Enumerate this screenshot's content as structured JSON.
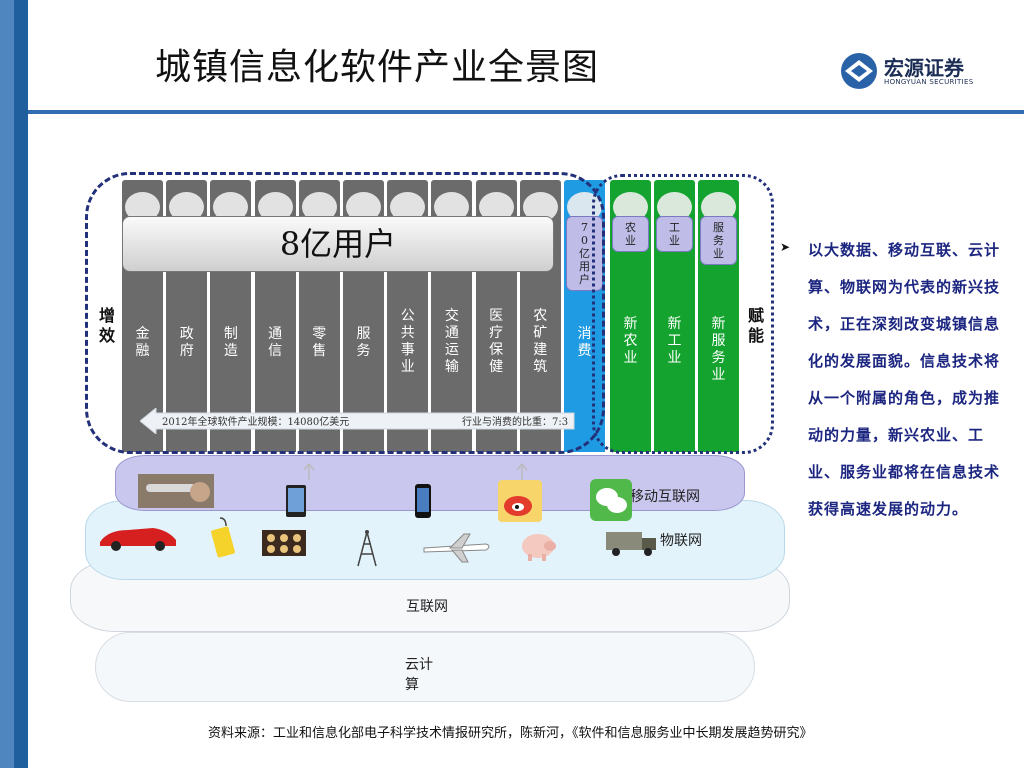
{
  "title": "城镇信息化软件产业全景图",
  "logo": {
    "cn": "宏源证券",
    "en": "HONGYUAN SECURITIES"
  },
  "users_label": "8亿用户",
  "side_labels": {
    "left": "增效",
    "right": "赋能"
  },
  "industry_columns": [
    "金融",
    "政府",
    "制造",
    "通信",
    "零售",
    "服务",
    "公共事业",
    "交通运输",
    "医疗保健",
    "农矿建筑"
  ],
  "consumption_column": {
    "label": "消费",
    "tag": "70亿用户"
  },
  "new_columns": [
    {
      "label": "新农业",
      "tag": "农业"
    },
    {
      "label": "新工业",
      "tag": "工业"
    },
    {
      "label": "新服务业",
      "tag": "服务业"
    }
  ],
  "arrow_band": {
    "left_text": "2012年全球软件产业规模：14080亿美元",
    "right_text": "行业与消费的比重：7:3"
  },
  "layers": {
    "mobile": "移动互联网",
    "iot": "物联网",
    "internet": "互联网",
    "cloud": "云计算"
  },
  "bullet_text": "以大数据、移动互联、云计算、物联网为代表的新兴技术，正在深刻改变城镇信息化的发展面貌。信息技术将从一个附属的角色，成为推动的力量，新兴农业、工业、服务业都将在信息技术获得高速发展的动力。",
  "source": "资料来源：工业和信息化部电子科学技术情报研究所，陈新河，《软件和信息服务业中长期发展趋势研究》",
  "colors": {
    "accent_blue": "#1f5f9e",
    "column_grey": "#6b6b6b",
    "consumption_blue": "#1e9be2",
    "new_green": "#14a32e",
    "text_navy": "#1c2680"
  }
}
